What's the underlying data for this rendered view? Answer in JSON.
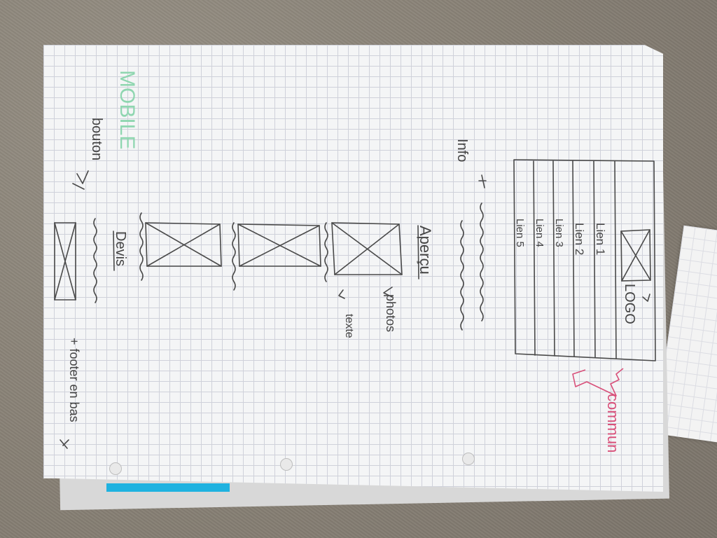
{
  "sketch": {
    "heading": "MOBILE",
    "logo_label": "LOGO",
    "nav_links": [
      "Lien 1",
      "Lien 2",
      "Lien 3",
      "Lien 4",
      "Lien 5"
    ],
    "common_note": "commun",
    "info_label": "Info",
    "preview_label": "Aperçu",
    "photos_note": "photos",
    "text_note": "texte",
    "quote_label": "Devis",
    "button_label": "bouton",
    "footer_note": "+ footer en bas"
  },
  "colors": {
    "green_ink": "#8fd6b0",
    "pink_ink": "#d8507a",
    "pencil": "#4a4a4a",
    "tab": "#1fb2e0"
  }
}
